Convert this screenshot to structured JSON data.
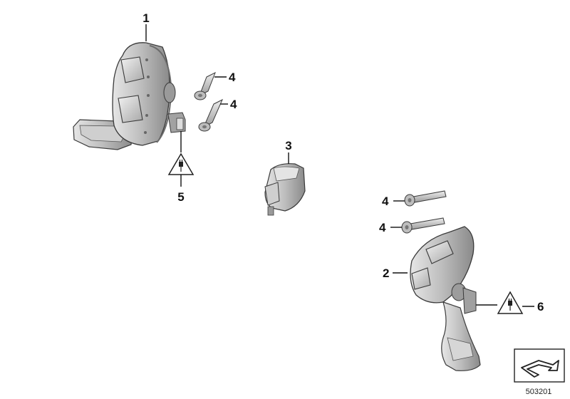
{
  "callouts": {
    "c1": "1",
    "c2": "2",
    "c3": "3",
    "c4a": "4",
    "c4b": "4",
    "c4c": "4",
    "c4d": "4",
    "c5": "5",
    "c6": "6"
  },
  "footer": {
    "diagram_number": "503201"
  },
  "colors": {
    "part_light": "#d9d9d9",
    "part_mid": "#b4b4b4",
    "part_dark": "#7d7d7d",
    "outline": "#3a3a3a"
  },
  "icons": {
    "warning_plug": "warning-triangle-plug-icon",
    "navigation": "arrow-navigation-icon"
  }
}
